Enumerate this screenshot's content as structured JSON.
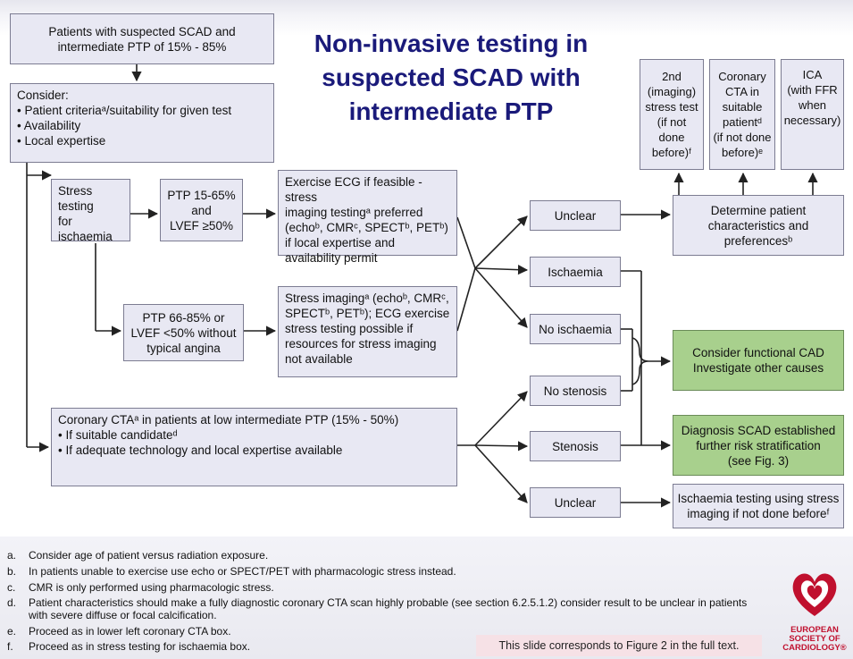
{
  "title": [
    "Non-invasive testing in",
    "suspected SCAD with",
    "intermediate PTP"
  ],
  "nodes": {
    "patients": [
      "Patients with suspected SCAD and",
      "intermediate PTP of 15% - 85%"
    ],
    "consider": [
      "Consider:",
      "• Patient criteriaᵃ/suitability for given test",
      "• Availability",
      "• Local expertise"
    ],
    "stress_testing": [
      "Stress testing",
      "for ischaemia"
    ],
    "ptp_low": [
      "PTP 15-65%",
      "and",
      "LVEF ≥50%"
    ],
    "exercise_ecg": [
      "Exercise ECG if feasible - stress",
      "imaging testingᵃ preferred",
      "(echoᵇ, CMRᶜ, SPECTᵇ, PETᵇ)",
      "if local expertise and",
      "availability permit"
    ],
    "ptp_high": [
      "PTP 66-85% or",
      "LVEF <50% without",
      "typical angina"
    ],
    "stress_imaging": [
      "Stress imagingᵃ (echoᵇ, CMRᶜ,",
      "SPECTᵇ, PETᵇ); ECG exercise",
      "stress testing possible if",
      "resources for stress imaging",
      "not available"
    ],
    "coronary_cta": [
      "Coronary CTAᵃ in patients at low intermediate PTP (15% - 50%)",
      "• If suitable candidateᵈ",
      "• If adequate technology and local expertise available"
    ],
    "out_unclear_1": "Unclear",
    "out_ischaemia": "Ischaemia",
    "out_no_ischaemia": "No ischaemia",
    "out_no_stenosis": "No stenosis",
    "out_stenosis": "Stenosis",
    "out_unclear_2": "Unclear",
    "determine": [
      "Determine patient",
      "characteristics and",
      "preferencesᵇ"
    ],
    "second_stress": [
      "2nd",
      "(imaging)",
      "stress test",
      "(if not",
      "done",
      "before)ᶠ"
    ],
    "coronary_cta_suitable": [
      "Coronary",
      "CTA in",
      "suitable",
      "patientᵈ",
      "(if not done",
      "before)ᵉ"
    ],
    "ica": [
      "ICA",
      "(with FFR",
      "when",
      "necessary)"
    ],
    "functional_cad": [
      "Consider functional CAD",
      "Investigate other causes"
    ],
    "diagnosis_scad": [
      "Diagnosis SCAD established",
      "further risk stratification",
      "(see Fig. 3)"
    ],
    "ischaemia_testing": [
      "Ischaemia testing using stress",
      "imaging if not done beforeᶠ"
    ]
  },
  "footnotes": [
    {
      "key": "a.",
      "text": "Consider age of patient versus radiation exposure."
    },
    {
      "key": "b.",
      "text": "In patients unable to exercise use echo or SPECT/PET with pharmacologic stress instead."
    },
    {
      "key": "c.",
      "text": "CMR is only performed using pharmacologic stress."
    },
    {
      "key": "d.",
      "text": "Patient characteristics should make a fully diagnostic coronary CTA scan highly probable (see section 6.2.5.1.2) consider result to be unclear in patients with severe diffuse or focal calcification."
    },
    {
      "key": "e.",
      "text": "Proceed as in lower left coronary CTA box."
    },
    {
      "key": "f.",
      "text": "Proceed as in stress testing for ischaemia box."
    }
  ],
  "slide_note": "This slide corresponds to Figure 2 in the full text.",
  "logo": [
    "EUROPEAN",
    "SOCIETY OF",
    "CARDIOLOGY®"
  ],
  "colors": {
    "box": "#e8e8f3",
    "green": "#a8d08d",
    "title": "#1a1a7a",
    "logo": "#c0102e"
  }
}
